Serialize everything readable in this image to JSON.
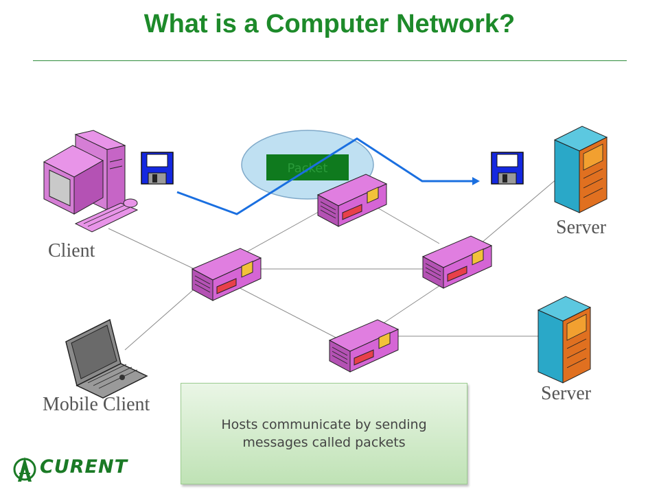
{
  "slide": {
    "title": "What is a Computer Network?"
  },
  "diagram": {
    "packet_label": "Packet",
    "client_label": "Client",
    "mobile_client_label": "Mobile Client",
    "server_label_top": "Server",
    "server_label_bottom": "Server",
    "callout_text": "Hosts communicate by sending messages called packets"
  },
  "logo": {
    "text": "CURENT"
  },
  "colors": {
    "title": "#1d8a2a",
    "router_body": "#e07ee0",
    "router_front": "#e8404a",
    "server_body": "#2aa8c8",
    "packet_box": "#0f7a1e",
    "packet_path": "#1a6fe0",
    "cloud": "#bfe0f2"
  }
}
